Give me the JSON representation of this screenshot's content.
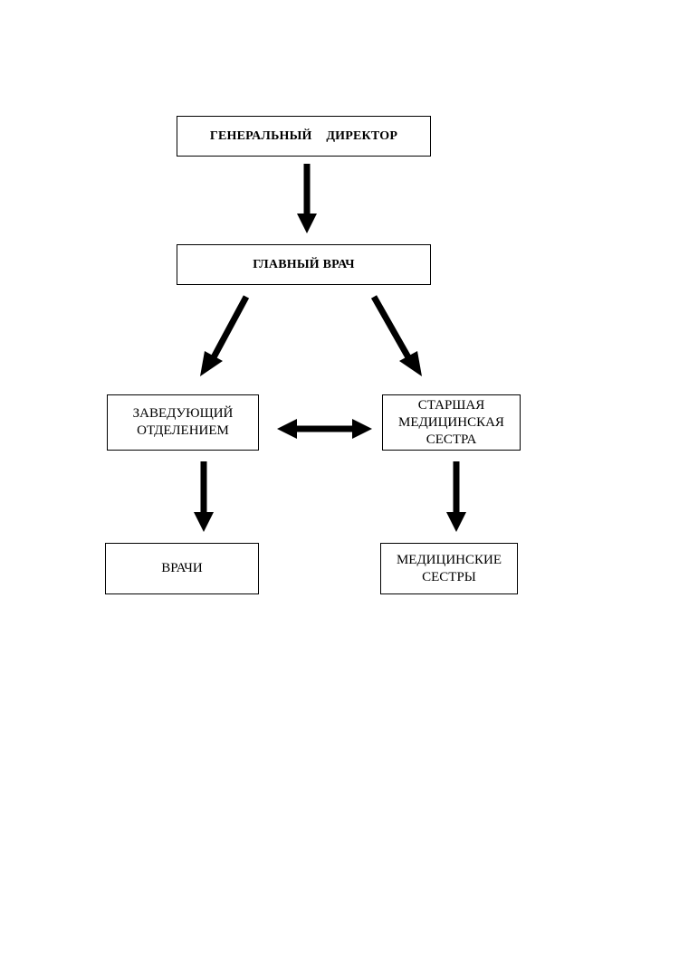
{
  "diagram": {
    "nodes": [
      {
        "id": "director",
        "label": "ГЕНЕРАЛЬНЫЙ  ДИРЕКТОР",
        "bold": true
      },
      {
        "id": "chief",
        "label": "ГЛАВНЫЙ ВРАЧ",
        "bold": true
      },
      {
        "id": "head",
        "label": "ЗАВЕДУЮЩИЙ\nОТДЕЛЕНИЕМ",
        "bold": false
      },
      {
        "id": "senior",
        "label": "СТАРШАЯ\nМЕДИЦИНСКАЯ\nСЕСТРА",
        "bold": false
      },
      {
        "id": "doctors",
        "label": "ВРАЧИ",
        "bold": false
      },
      {
        "id": "nurses",
        "label": "МЕДИЦИНСКИЕ\nСЕСТРЫ",
        "bold": false
      }
    ],
    "edges": [
      {
        "from": "director",
        "to": "chief",
        "direction": "forward"
      },
      {
        "from": "chief",
        "to": "head",
        "direction": "forward"
      },
      {
        "from": "chief",
        "to": "senior",
        "direction": "forward"
      },
      {
        "from": "head",
        "to": "senior",
        "direction": "both"
      },
      {
        "from": "head",
        "to": "doctors",
        "direction": "forward"
      },
      {
        "from": "senior",
        "to": "nurses",
        "direction": "forward"
      }
    ],
    "colors": {
      "line": "#000000",
      "box_border": "#000000",
      "background": "#ffffff"
    }
  }
}
